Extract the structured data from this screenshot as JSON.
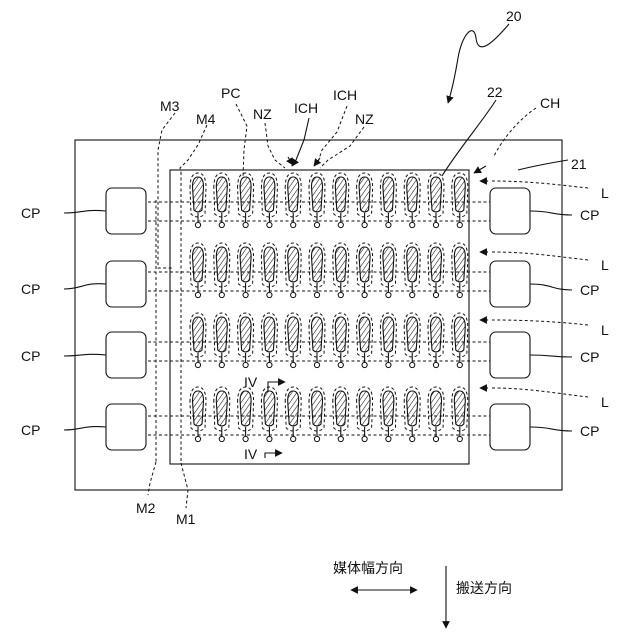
{
  "figure": {
    "number": "20",
    "substrate": "21",
    "chip_region": "22",
    "channel": "CH",
    "pressure_chamber": "PC",
    "nozzle": "NZ",
    "ink_channel": "ICH",
    "line": "L",
    "pad": "CP",
    "marker_m1": "M1",
    "marker_m2": "M2",
    "marker_m3": "M3",
    "marker_m4": "M4",
    "section": "IV",
    "width_direction": "媒体幅方向",
    "transport_direction": "搬送方向"
  },
  "layout": {
    "rows": 4,
    "nozzles_per_row": 12,
    "pads_per_side": 4
  }
}
